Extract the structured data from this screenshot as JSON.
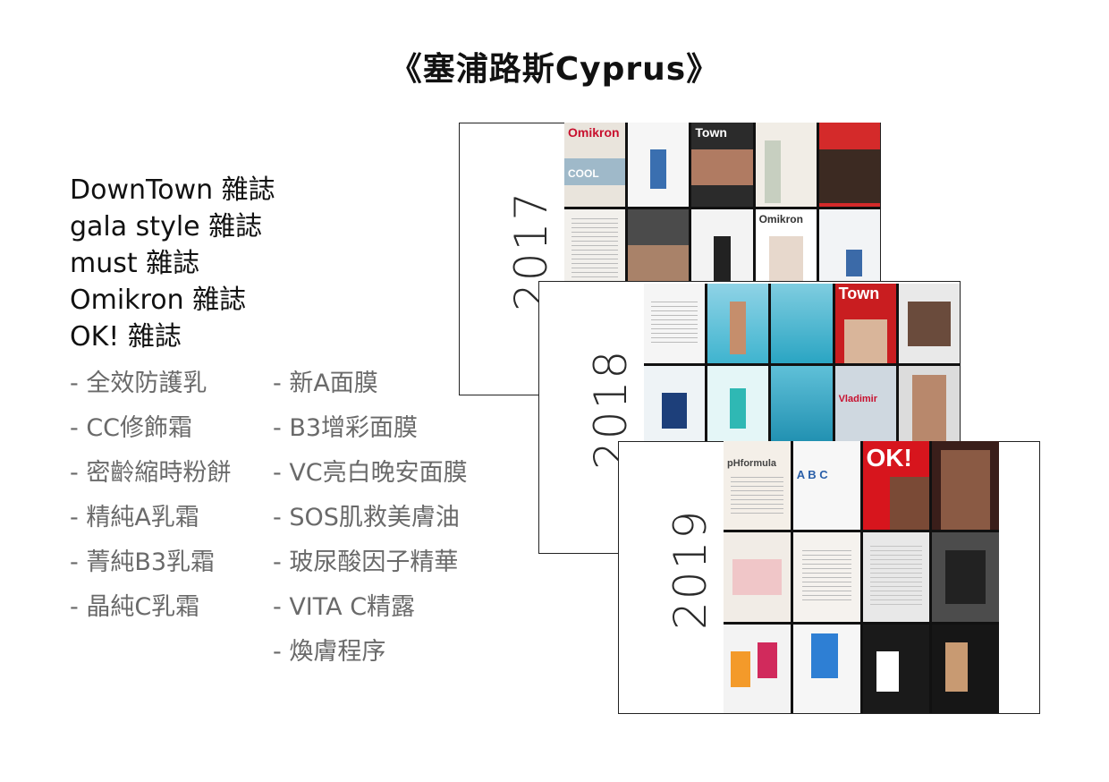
{
  "page": {
    "title": "《塞浦路斯Cyprus》"
  },
  "magazines": [
    "DownTown 雜誌",
    "gala style 雜誌",
    "must 雜誌",
    "Omikron 雜誌",
    "OK! 雜誌"
  ],
  "products_col1": [
    "- 全效防護乳",
    "- CC修飾霜",
    "- 密齡縮時粉餅",
    "- 精純A乳霜",
    "- 菁純B3乳霜",
    "- 晶純C乳霜"
  ],
  "products_col2": [
    "- 新A面膜",
    "- B3增彩面膜",
    "- VC亮白晚安面膜",
    "- SOS肌救美膚油",
    "- 玻尿酸因子精華",
    "- VITA C精露",
    "- 煥膚程序"
  ],
  "years": {
    "y2017": "2017",
    "y2018": "2018",
    "y2019": "2019"
  },
  "covers": {
    "omikron": "Omikron",
    "town": "Town",
    "ok": "OK!",
    "phformula": "pHformula",
    "cool": "COOL",
    "vladimir": "Vladimir",
    "abc": "A B C"
  },
  "colors": {
    "sea": "#4fc1d6",
    "skin": "#d8a98a",
    "red": "#d0141c",
    "dark": "#1b1b1b",
    "paper": "#f2f0ec"
  }
}
